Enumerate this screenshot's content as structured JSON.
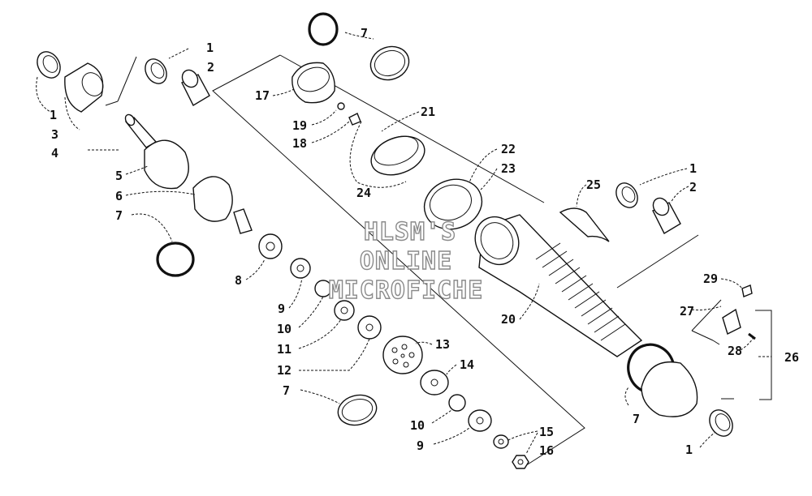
{
  "watermark": [
    "HLSM'S",
    "ONLINE",
    "MICROFICHE"
  ],
  "callouts": {
    "c1a": "1",
    "c1b": "1",
    "c1c": "1",
    "c1d": "1",
    "c2a": "2",
    "c2b": "2",
    "c3": "3",
    "c4": "4",
    "c5": "5",
    "c6": "6",
    "c7a": "7",
    "c7b": "7",
    "c7c": "7",
    "c7d": "7",
    "c8": "8",
    "c9a": "9",
    "c9b": "9",
    "c10a": "10",
    "c10b": "10",
    "c11": "11",
    "c12": "12",
    "c13": "13",
    "c14": "14",
    "c15": "15",
    "c16": "16",
    "c17": "17",
    "c18": "18",
    "c19": "19",
    "c20": "20",
    "c21": "21",
    "c22": "22",
    "c23": "23",
    "c24": "24",
    "c25": "25",
    "c26": "26",
    "c27": "27",
    "c28": "28",
    "c29": "29"
  }
}
